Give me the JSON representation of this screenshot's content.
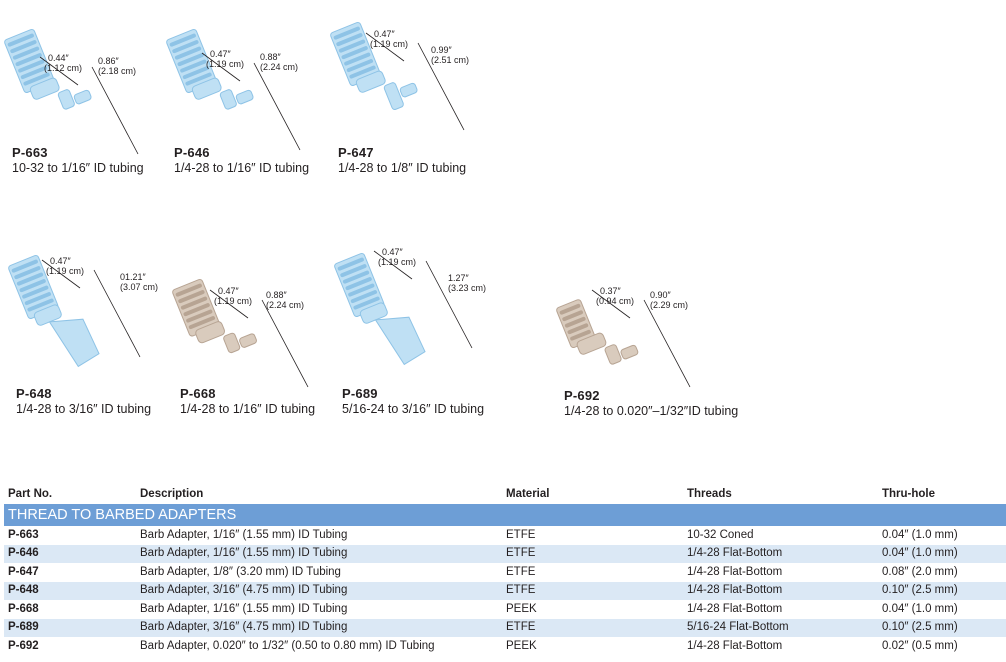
{
  "products": [
    {
      "part": "P-663",
      "caption": "10-32 to 1/16″ ID tubing",
      "dim1_in": "0.44″",
      "dim1_cm": "(1.12 cm)",
      "dim2_in": "0.86″",
      "dim2_cm": "(2.18 cm)",
      "material": "ETFE"
    },
    {
      "part": "P-646",
      "caption": "1/4-28 to 1/16″ ID tubing",
      "dim1_in": "0.47″",
      "dim1_cm": "(1.19 cm)",
      "dim2_in": "0.88″",
      "dim2_cm": "(2.24 cm)",
      "material": "ETFE"
    },
    {
      "part": "P-647",
      "caption": "1/4-28 to 1/8″ ID tubing",
      "dim1_in": "0.47″",
      "dim1_cm": "(1.19 cm)",
      "dim2_in": "0.99″",
      "dim2_cm": "(2.51 cm)",
      "material": "ETFE"
    },
    {
      "part": "P-648",
      "caption": "1/4-28 to 3/16″ ID tubing",
      "dim1_in": "0.47″",
      "dim1_cm": "(1.19 cm)",
      "dim2_in": "01.21″",
      "dim2_cm": "(3.07 cm)",
      "material": "ETFE"
    },
    {
      "part": "P-668",
      "caption": "1/4-28 to 1/16″ ID tubing",
      "dim1_in": "0.47″",
      "dim1_cm": "(1.19 cm)",
      "dim2_in": "0.88″",
      "dim2_cm": "(2.24 cm)",
      "material": "PEEK"
    },
    {
      "part": "P-689",
      "caption": "5/16-24 to 3/16″ ID tubing",
      "dim1_in": "0.47″",
      "dim1_cm": "(1.19 cm)",
      "dim2_in": "1.27″",
      "dim2_cm": "(3.23 cm)",
      "material": "ETFE"
    },
    {
      "part": "P-692",
      "caption": "1/4-28 to 0.020″–1/32″ID tubing",
      "dim1_in": "0.37″",
      "dim1_cm": "(0.94 cm)",
      "dim2_in": "0.90″",
      "dim2_cm": "(2.29 cm)",
      "material": "PEEK"
    }
  ],
  "table": {
    "headers": [
      "Part No.",
      "Description",
      "Material",
      "Threads",
      "Thru-hole"
    ],
    "section": "THREAD TO BARBED ADAPTERS",
    "rows": [
      [
        "P-663",
        "Barb Adapter, 1/16″ (1.55 mm) ID Tubing",
        "ETFE",
        "10-32 Coned",
        "0.04″ (1.0 mm)"
      ],
      [
        "P-646",
        "Barb Adapter, 1/16″ (1.55 mm) ID Tubing",
        "ETFE",
        "1/4-28 Flat-Bottom",
        "0.04″ (1.0 mm)"
      ],
      [
        "P-647",
        "Barb Adapter, 1/8″ (3.20 mm) ID Tubing",
        "ETFE",
        "1/4-28 Flat-Bottom",
        "0.08″ (2.0 mm)"
      ],
      [
        "P-648",
        "Barb Adapter, 3/16″ (4.75 mm) ID Tubing",
        "ETFE",
        "1/4-28 Flat-Bottom",
        "0.10″ (2.5 mm)"
      ],
      [
        "P-668",
        "Barb Adapter, 1/16″ (1.55 mm) ID Tubing",
        "PEEK",
        "1/4-28 Flat-Bottom",
        "0.04″ (1.0 mm)"
      ],
      [
        "P-689",
        "Barb Adapter, 3/16″ (4.75 mm) ID Tubing",
        "ETFE",
        "5/16-24 Flat-Bottom",
        "0.10″ (2.5 mm)"
      ],
      [
        "P-692",
        "Barb Adapter, 0.020″ to 1/32″ (0.50 to 0.80 mm) ID Tubing",
        "PEEK",
        "1/4-28 Flat-Bottom",
        "0.02″ (0.5 mm)"
      ]
    ]
  },
  "colors": {
    "ETFE": "#bfe0f4",
    "ETFE_thread": "#8ec3e6",
    "PEEK": "#d9cbbd",
    "PEEK_thread": "#b7a493",
    "accent": "#6d9ed6"
  }
}
